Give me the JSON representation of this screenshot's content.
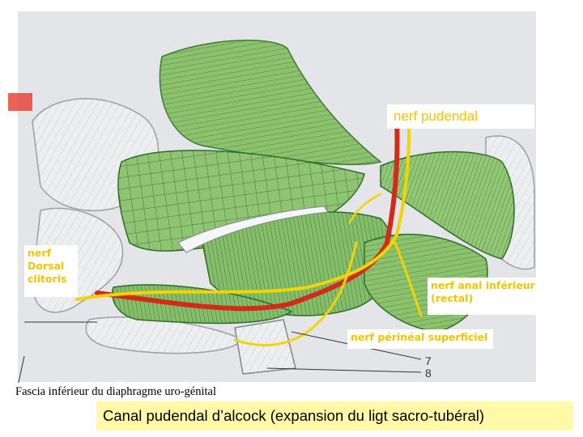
{
  "labels": {
    "nerf_pudendal": "nerf pudendal",
    "nerf_dorsal_line1": "nerf",
    "nerf_dorsal_line2": "Dorsal",
    "nerf_dorsal_line3": "clitoris",
    "nerf_anal_line1": "nerf anal inférieur",
    "nerf_anal_line2": "(rectal)",
    "nerf_perineal": "nerf périnéal superficiel",
    "num_7": "7",
    "num_8": "8"
  },
  "captions": {
    "fascia": "Fascia inférieur du diaphragme uro-génital",
    "canal": "Canal pudendal d’alcock (expansion du ligt sacro-tubéral)"
  },
  "colors": {
    "muscle_green": "#8cc26e",
    "nerve_yellow": "#f2d400",
    "artery_red": "#d42a1a",
    "label_text": "#f4c400",
    "caption_highlight": "#fff9a8"
  }
}
